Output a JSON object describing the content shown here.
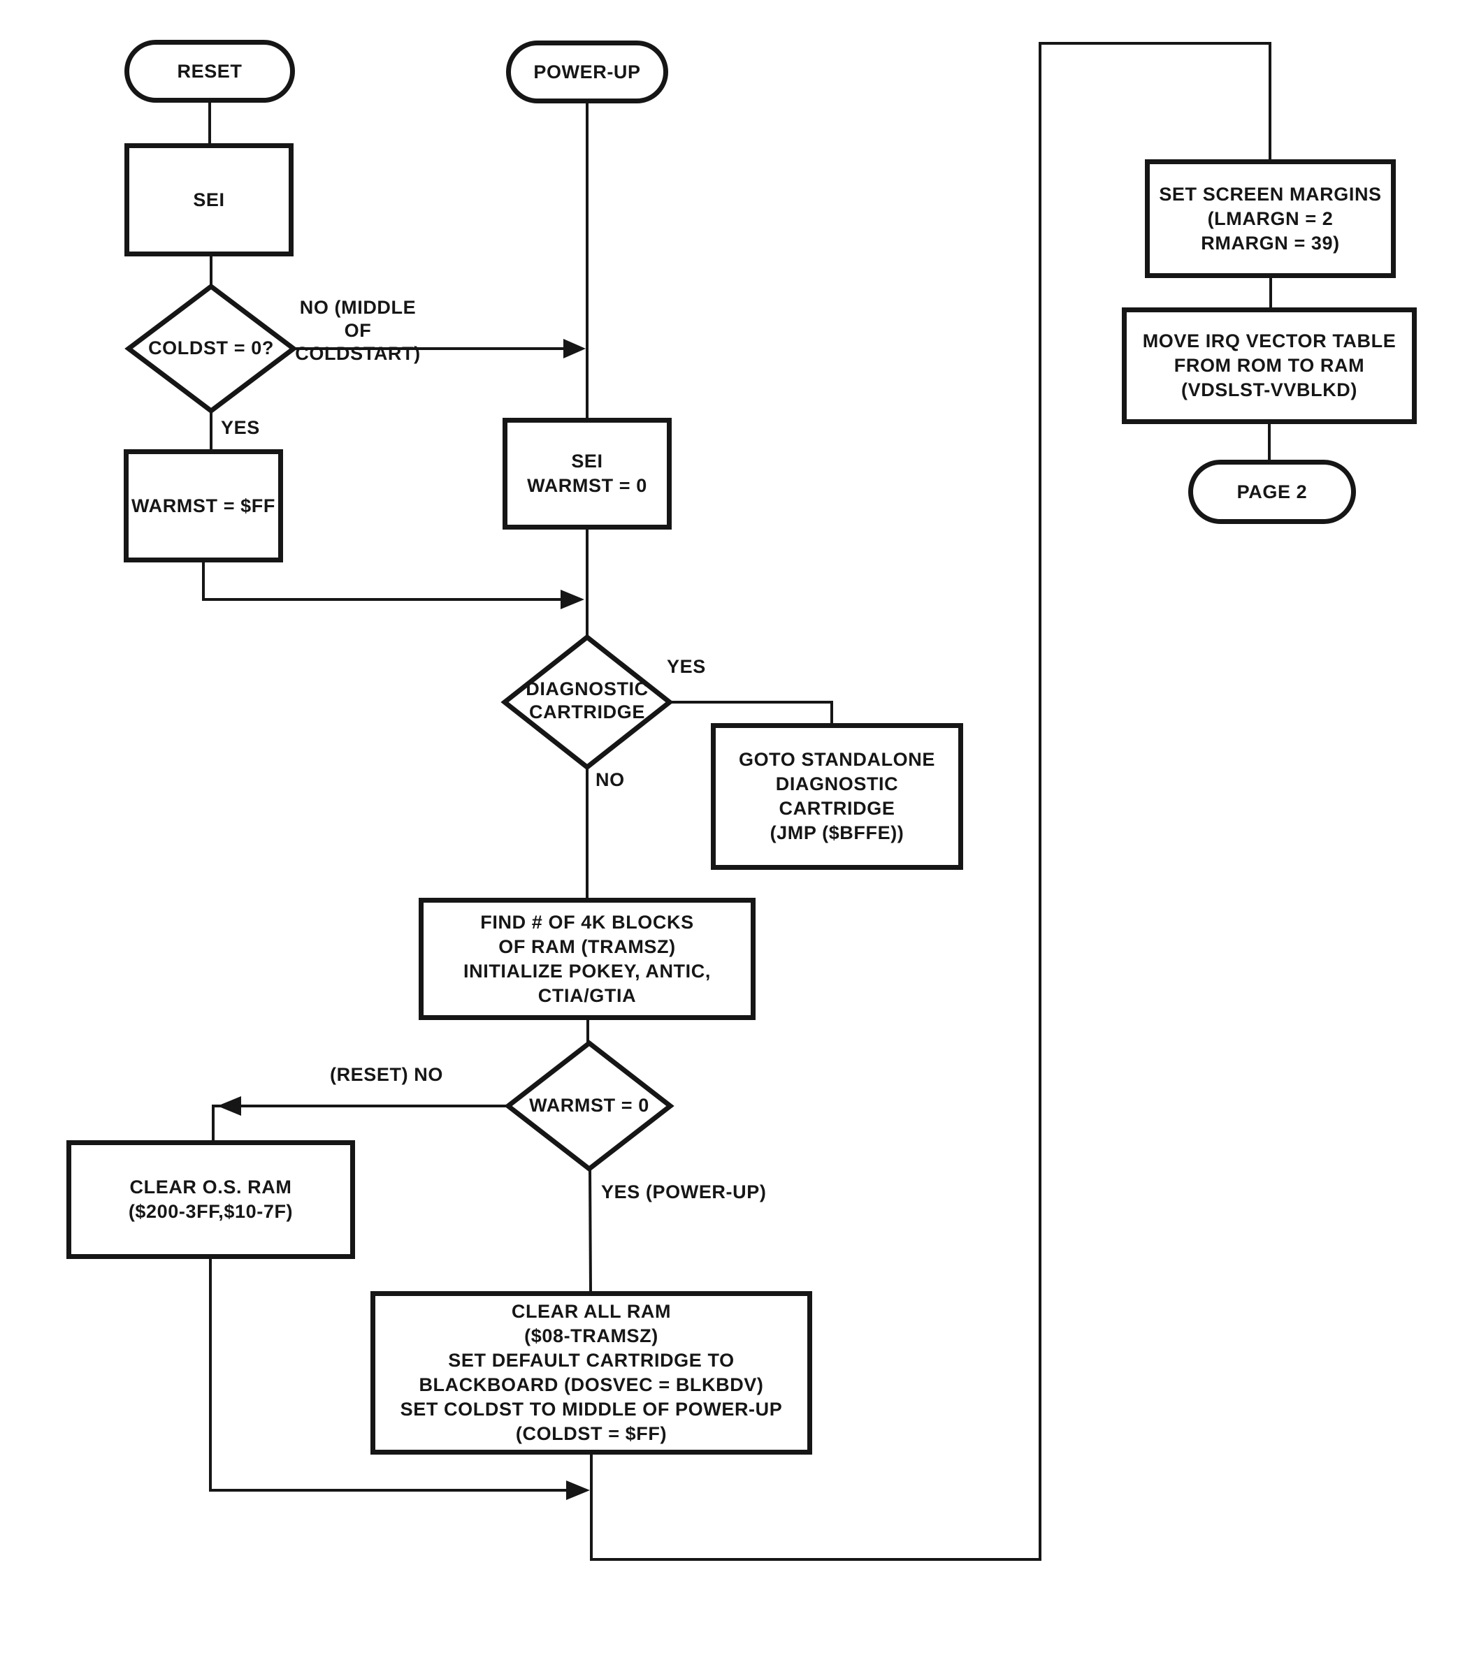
{
  "diagram": {
    "background": "#ffffff",
    "ink": "#161616",
    "nodes": {
      "reset": {
        "type": "terminator",
        "label": "RESET"
      },
      "sei": {
        "type": "process",
        "label": "SEI"
      },
      "coldst": {
        "type": "decision",
        "label": "COLDST = 0?"
      },
      "warmst_ff": {
        "type": "process",
        "label": "WARMST = $FF"
      },
      "power_up": {
        "type": "terminator",
        "label": "POWER-UP"
      },
      "sei_warmst0": {
        "type": "process",
        "lines": [
          "SEI",
          "WARMST = 0"
        ]
      },
      "diag_cartridge": {
        "type": "decision",
        "lines": [
          "DIAGNOSTIC",
          "CARTRIDGE"
        ]
      },
      "goto_diag": {
        "type": "process",
        "lines": [
          "GOTO STANDALONE",
          "DIAGNOSTIC",
          "CARTRIDGE",
          "(JMP ($BFFE))"
        ]
      },
      "find_ram": {
        "type": "process",
        "lines": [
          "FIND # OF 4K BLOCKS",
          "OF RAM (TRAMSZ)",
          "INITIALIZE POKEY, ANTIC,",
          "CTIA/GTIA"
        ]
      },
      "warmst0": {
        "type": "decision",
        "label": "WARMST = 0"
      },
      "clear_os_ram": {
        "type": "process",
        "lines": [
          "CLEAR O.S. RAM",
          "($200-3FF,$10-7F)"
        ]
      },
      "clear_all_ram": {
        "type": "process",
        "lines": [
          "CLEAR ALL RAM",
          "($08-TRAMSZ)",
          "SET DEFAULT CARTRIDGE TO",
          "BLACKBOARD (DOSVEC = BLKBDV)",
          "SET COLDST TO MIDDLE OF POWER-UP",
          "(COLDST = $FF)"
        ]
      },
      "set_margins": {
        "type": "process",
        "lines": [
          "SET SCREEN MARGINS",
          "(LMARGN = 2",
          "RMARGN = 39)"
        ]
      },
      "move_irq": {
        "type": "process",
        "lines": [
          "MOVE IRQ VECTOR TABLE",
          "FROM ROM TO RAM",
          "(VDSLST-VVBLKD)"
        ]
      },
      "page2": {
        "type": "terminator",
        "label": "PAGE 2"
      }
    },
    "edge_labels": {
      "no_coldstart": {
        "lines": [
          "NO (MIDDLE",
          "OF COLDSTART)"
        ]
      },
      "yes_coldst": {
        "label": "YES"
      },
      "yes_diag": {
        "label": "YES"
      },
      "no_diag": {
        "label": "NO"
      },
      "reset_no": {
        "label": "(RESET) NO"
      },
      "yes_powerup": {
        "label": "YES (POWER-UP)"
      }
    }
  }
}
